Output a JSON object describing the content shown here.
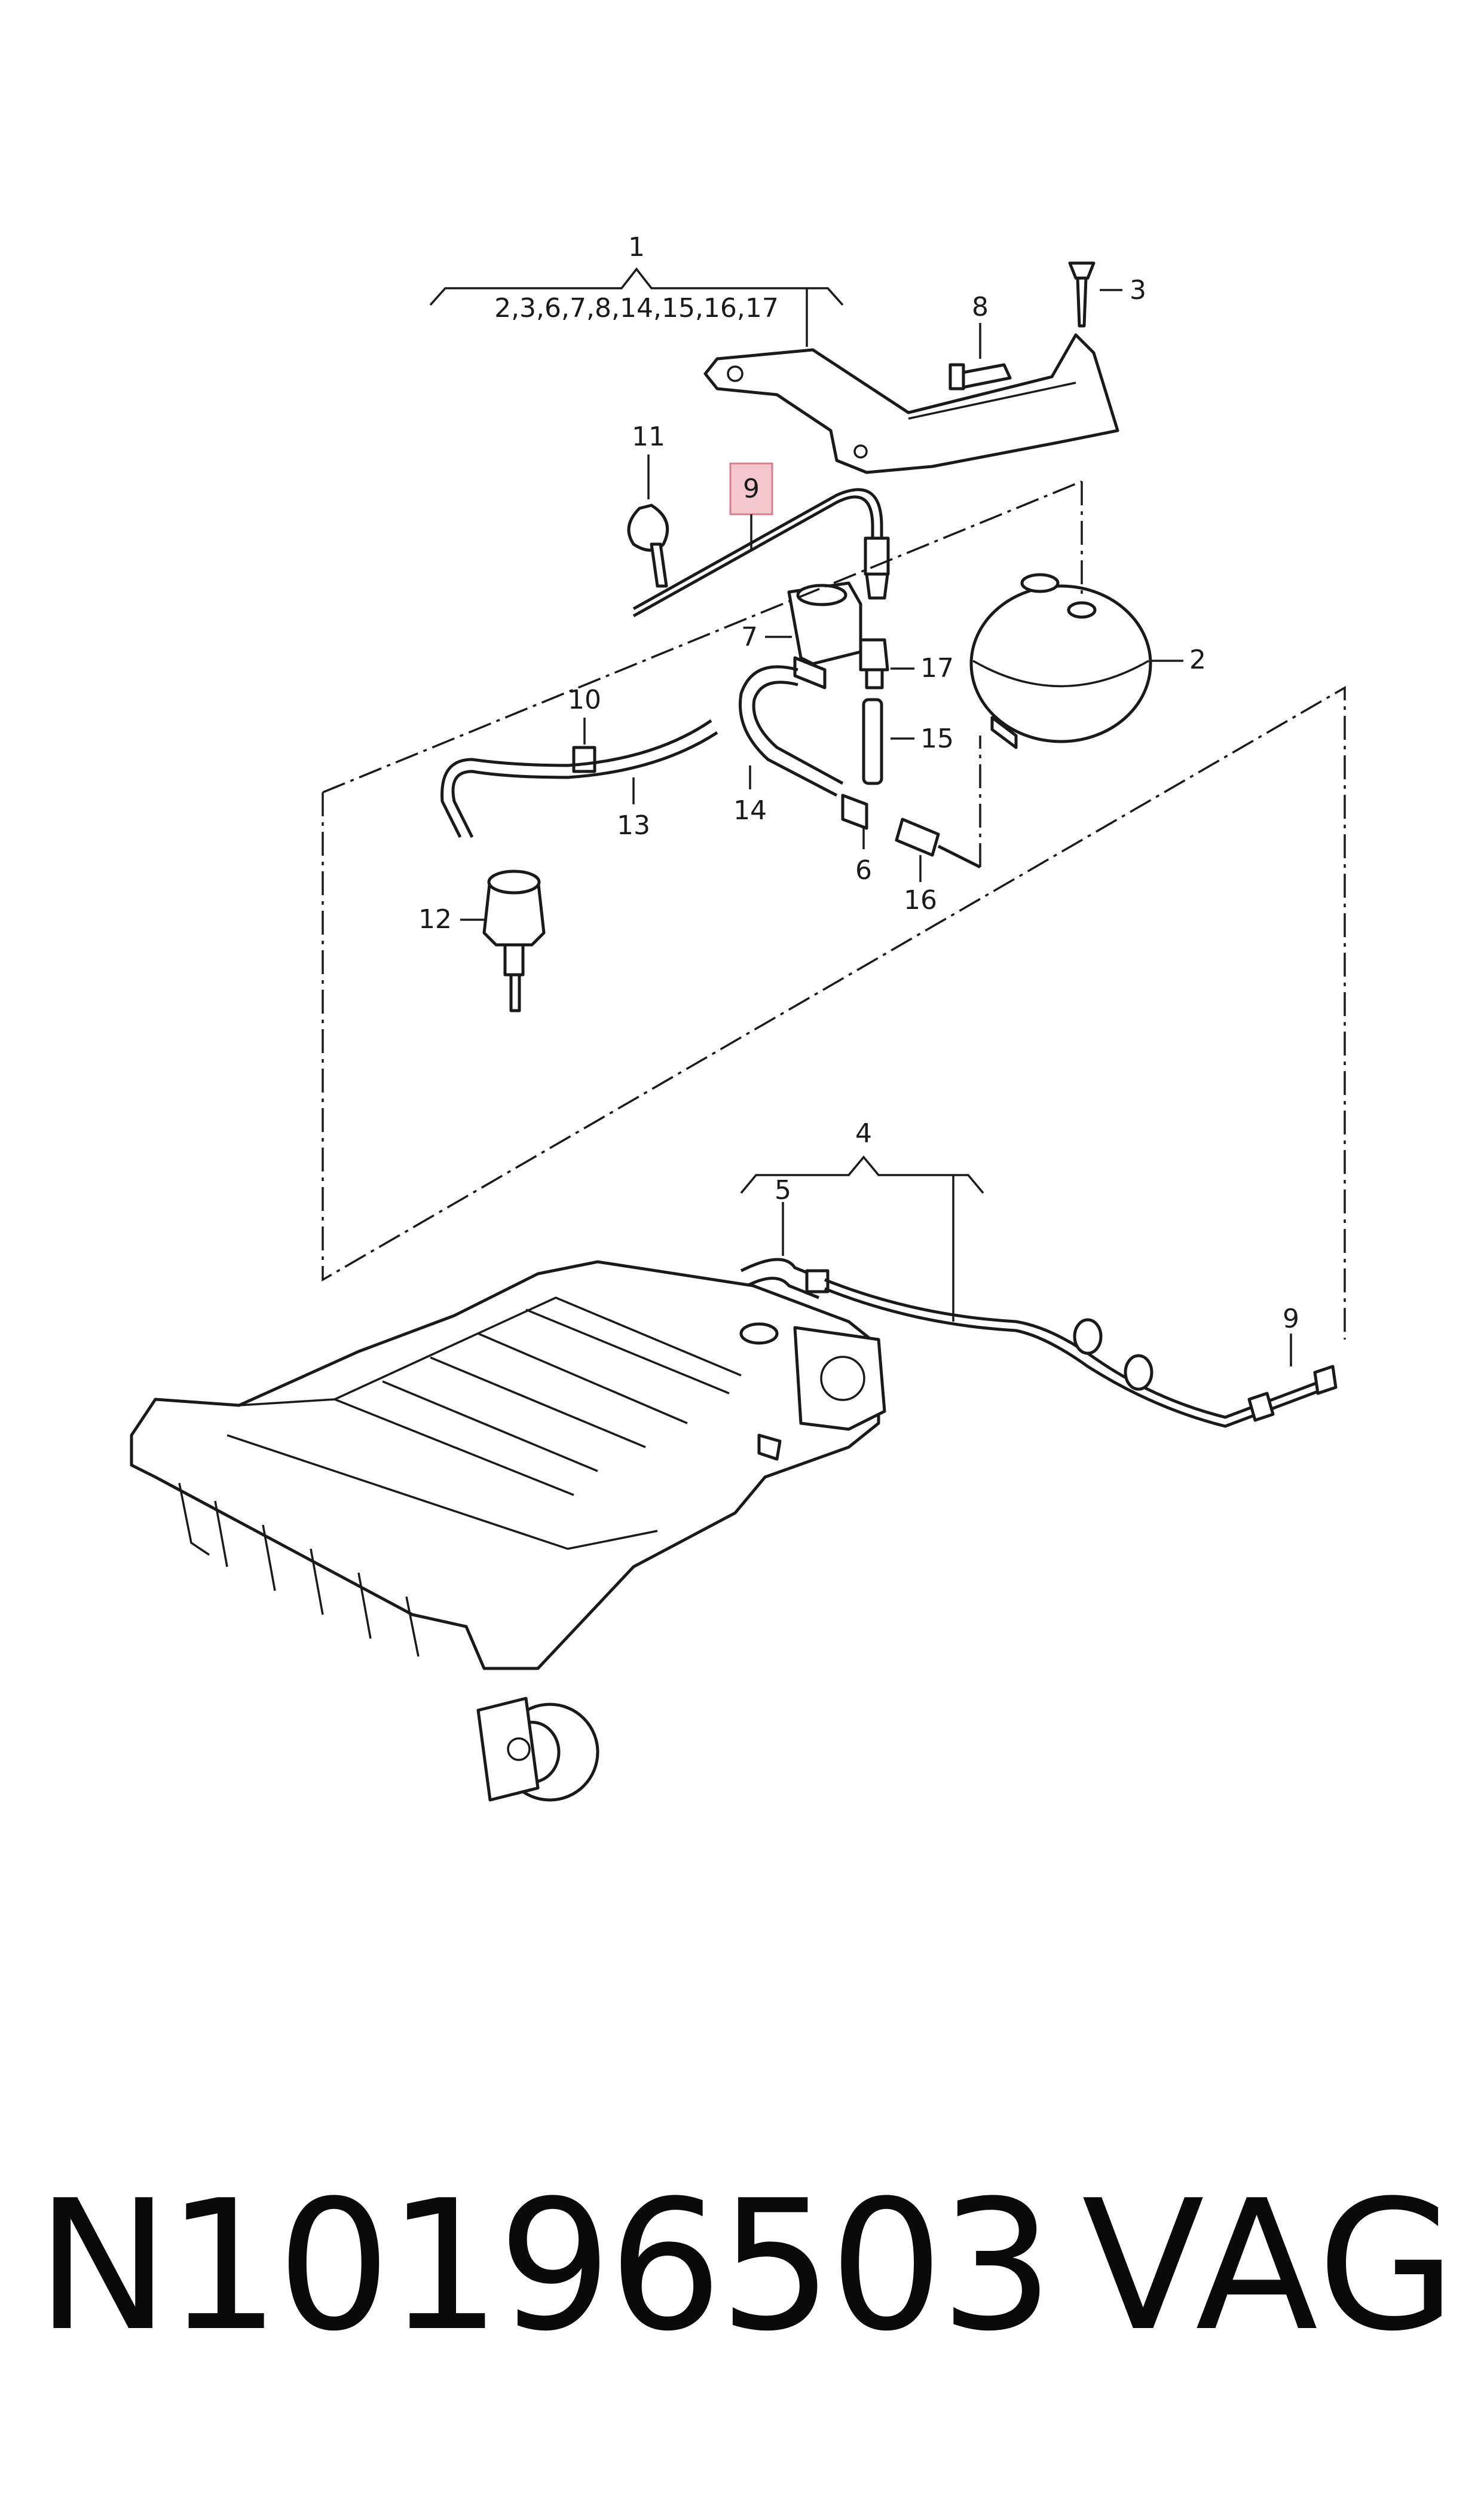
{
  "diagram": {
    "callouts": {
      "c1": "1",
      "c1_list": "2,3,6,7,8,14,15,16,17",
      "c2": "2",
      "c3": "3",
      "c4": "4",
      "c5": "5",
      "c6": "6",
      "c7": "7",
      "c8": "8",
      "c9_top": "9",
      "c9_bottom": "9",
      "c10": "10",
      "c11": "11",
      "c12": "12",
      "c13": "13",
      "c14": "14",
      "c15": "15",
      "c16": "16",
      "c17": "17"
    },
    "highlight_color": "#f4c7cf",
    "highlight_border": "#d97d8d"
  },
  "footer": {
    "part_number": "N10196503",
    "brand": "VAG"
  }
}
